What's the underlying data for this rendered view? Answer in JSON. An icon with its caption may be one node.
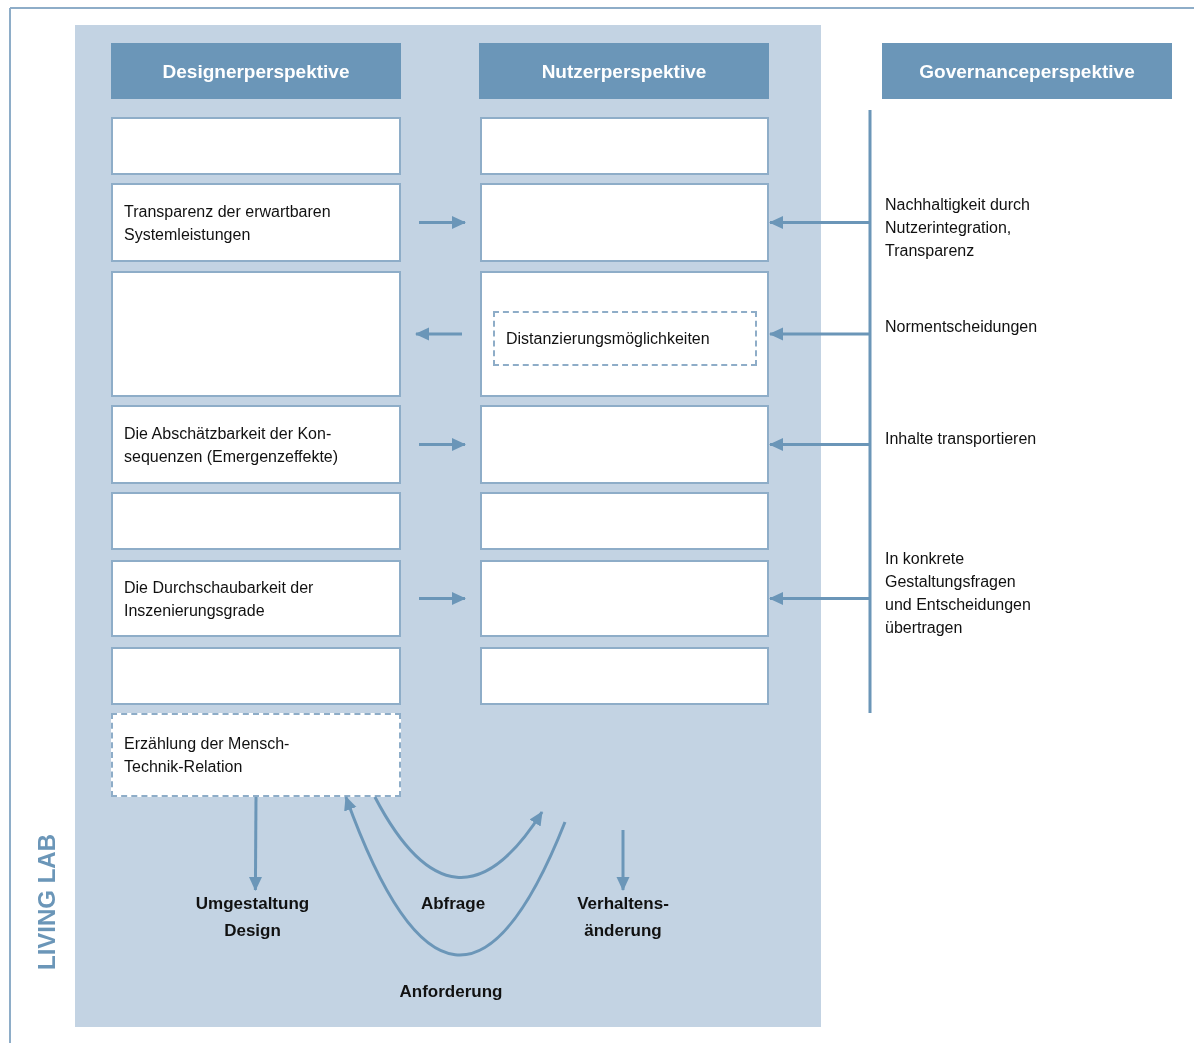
{
  "diagram": {
    "nodes": [
      {
        "text": [],
        "shape": "box"
      },
      {
        "text": [
          "Designerperspektive"
        ],
        "in": 0
      },
      {
        "text": [
          "Nutzerperspektive"
        ],
        "in": 0
      },
      {
        "text": [
          "Governanceperspektive"
        ]
      },
      {
        "text": [],
        "shape": "box",
        "in": 0
      },
      {
        "text": [],
        "shape": "box",
        "in": 0
      },
      {
        "text": [
          "Transparenz der erwartbaren Systemleistungen"
        ],
        "in": 0
      },
      {
        "text": [],
        "shape": "box",
        "in": 0
      },
      {
        "text": [],
        "shape": "box",
        "in": 0
      },
      {
        "text": [],
        "shape": "box",
        "in": 0
      },
      {
        "text": [
          "Distanzierungsmöglichkeiten"
        ],
        "in": 9
      },
      {
        "text": [
          "Die Abschätzbarkeit der Kon- sequenzen (Emergenzeffekte)"
        ],
        "in": 0
      },
      {
        "text": [],
        "shape": "box",
        "in": 0
      },
      {
        "text": [],
        "shape": "box",
        "in": 0
      },
      {
        "text": [],
        "shape": "box",
        "in": 0
      },
      {
        "text": [
          "Die Durchschaubarkeit der Inszenierungsgrade"
        ],
        "in": 0
      },
      {
        "text": [],
        "shape": "box",
        "in": 0
      },
      {
        "text": [],
        "shape": "box",
        "in": 0
      },
      {
        "text": [],
        "shape": "box",
        "in": 0
      },
      {
        "text": [
          "Erzählung der Mensch- Technik-Relation"
        ],
        "in": 0
      },
      {
        "text": [
          "Nachhaltigkeit durch Nutzerintegration, Transparenz"
        ]
      },
      {
        "text": [
          "Normentscheidungen"
        ]
      },
      {
        "text": [
          "Inhalte transportieren"
        ]
      },
      {
        "text": [
          "In konkrete Gestaltungsfragen und Entscheidungen übertragen"
        ]
      },
      {
        "text": [
          "Umgestaltung Design"
        ],
        "in": 0
      },
      {
        "text": [
          "Verhaltens- änderung"
        ],
        "in": 0
      }
    ],
    "edges": [
      {
        "from": 6,
        "to": 7,
        "arrow": "to"
      },
      {
        "from": 9,
        "to": 8,
        "arrow": "to"
      },
      {
        "from": 11,
        "to": 12,
        "arrow": "to"
      },
      {
        "from": 15,
        "to": 16,
        "arrow": "to"
      },
      {
        "from": 20,
        "to": 7,
        "arrow": "to"
      },
      {
        "from": 21,
        "to": 9,
        "arrow": "to"
      },
      {
        "from": 22,
        "to": 12,
        "arrow": "to"
      },
      {
        "from": 23,
        "to": 16,
        "arrow": "to"
      },
      {
        "from": 19,
        "to": 24,
        "arrow": "to"
      },
      {
        "from": null,
        "to": 25,
        "arrow": "to"
      },
      {
        "from": 19,
        "to": null,
        "label": "Abfrage",
        "arrow": "to"
      },
      {
        "from": null,
        "to": 19,
        "label": "Anforderung",
        "arrow": "to"
      }
    ],
    "labels": [
      "LIVING LAB"
    ]
  }
}
